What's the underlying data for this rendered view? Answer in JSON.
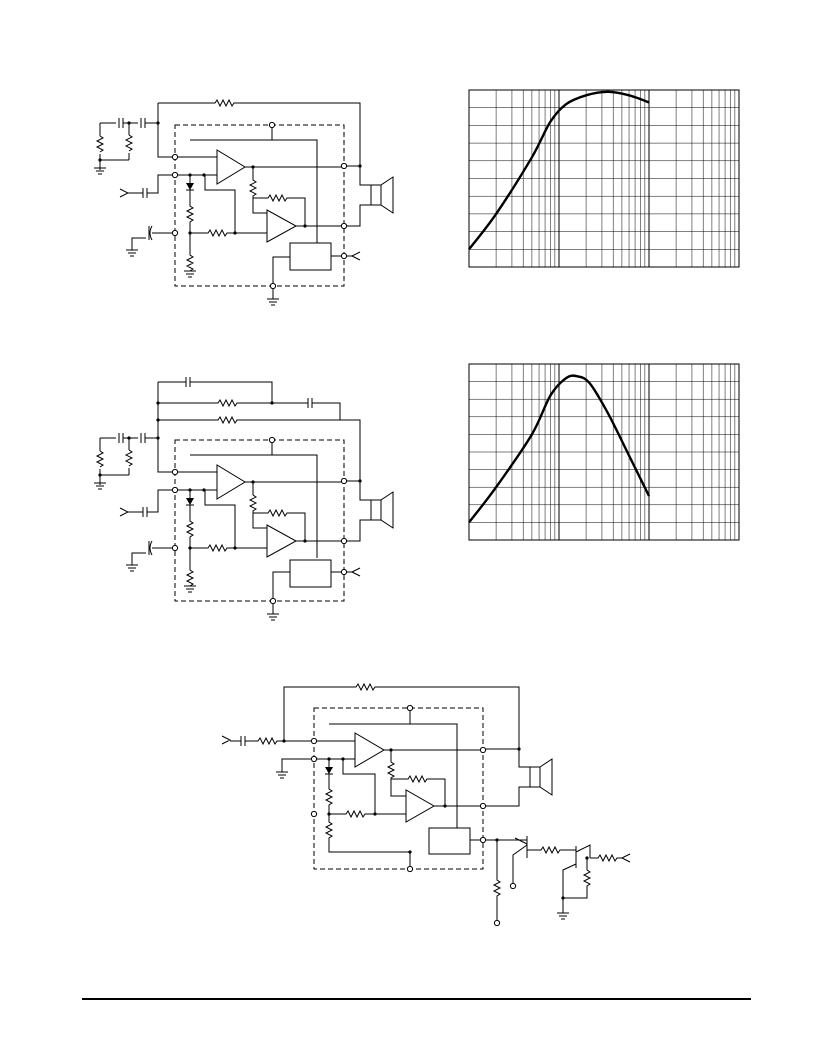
{
  "colors": {
    "ink": "#000000",
    "paper": "#ffffff"
  },
  "chart_data": [
    {
      "type": "line",
      "x_scale": "log",
      "grid": true,
      "series": [
        {
          "points": [
            [
              1,
              0.1
            ],
            [
              2,
              0.3
            ],
            [
              5,
              0.62
            ],
            [
              8,
              0.82
            ],
            [
              12,
              0.92
            ],
            [
              20,
              0.97
            ],
            [
              35,
              0.99
            ],
            [
              60,
              0.97
            ],
            [
              100,
              0.93
            ]
          ]
        }
      ],
      "xlim": [
        1,
        1000
      ],
      "ylim": [
        0,
        1
      ]
    },
    {
      "type": "line",
      "x_scale": "log",
      "grid": true,
      "series": [
        {
          "points": [
            [
              1,
              0.1
            ],
            [
              2,
              0.3
            ],
            [
              5,
              0.6
            ],
            [
              8,
              0.82
            ],
            [
              12,
              0.92
            ],
            [
              16,
              0.93
            ],
            [
              22,
              0.89
            ],
            [
              35,
              0.72
            ],
            [
              60,
              0.48
            ],
            [
              100,
              0.25
            ]
          ]
        }
      ],
      "xlim": [
        1,
        1000
      ],
      "ylim": [
        0,
        1
      ]
    }
  ]
}
